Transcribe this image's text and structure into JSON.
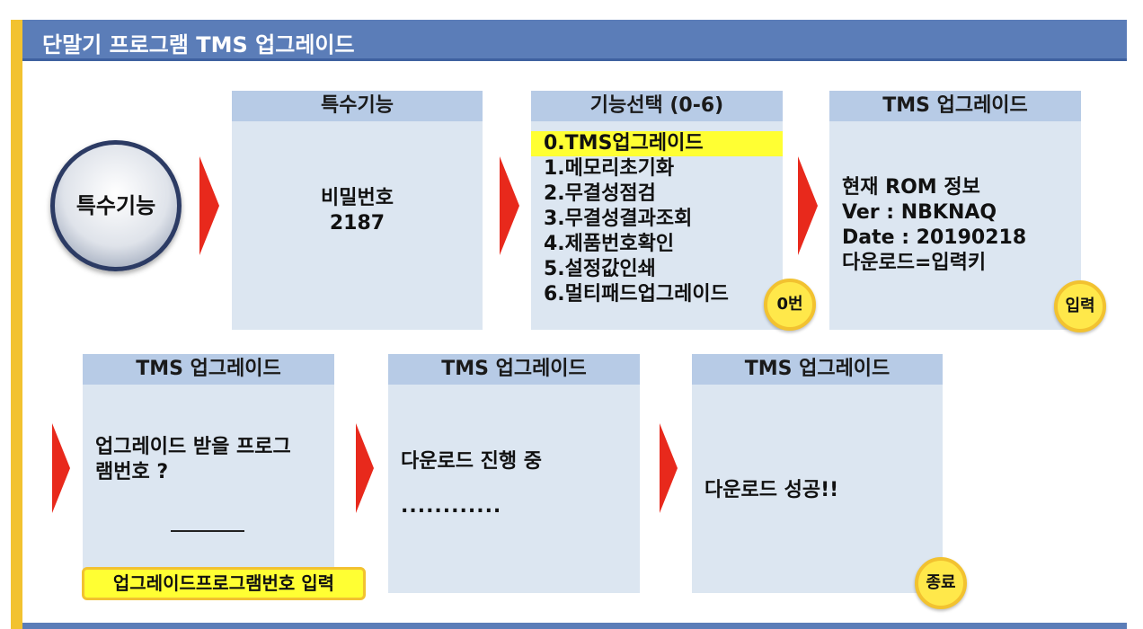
{
  "header": {
    "title": "단말기 프로그램 TMS 업그레이드"
  },
  "start_button": {
    "label": "특수기능"
  },
  "panel_special": {
    "title": "특수기능",
    "password_label": "비밀번호",
    "password_value": "2187"
  },
  "panel_function": {
    "title": "기능선택 (0-6)",
    "items": [
      "0.TMS업그레이드",
      "1.메모리초기화",
      "2.무결성점검",
      "3.무결성결과조회",
      "4.제품번호확인",
      "5.설정값인쇄",
      "6.멀티패드업그레이드"
    ],
    "selected_index": 0,
    "key_badge": "0번"
  },
  "panel_rom": {
    "title": "TMS 업그레이드",
    "lines": [
      "현재 ROM 정보",
      "Ver : NBKNAQ",
      "Date : 20190218",
      "다운로드=입력키"
    ],
    "key_badge": "입력"
  },
  "panel_program": {
    "title": "TMS 업그레이드",
    "lines": [
      "업그레이드 받을 프로그",
      "램번호 ?"
    ],
    "input_tag": "업그레이드프로그램번호 입력"
  },
  "panel_download": {
    "title": "TMS 업그레이드",
    "line": "다운로드 진행 중",
    "progress_dots": "............"
  },
  "panel_success": {
    "title": "TMS 업그레이드",
    "line": "다운로드 성공!!",
    "key_badge": "종료"
  },
  "colors": {
    "header_bg": "#5b7db8",
    "panel_head": "#b7cbe6",
    "panel_body": "#dce6f1",
    "accent_yellow": "#f2c230",
    "highlight_yellow": "#ffff33",
    "arrow_red": "#e8291c"
  }
}
